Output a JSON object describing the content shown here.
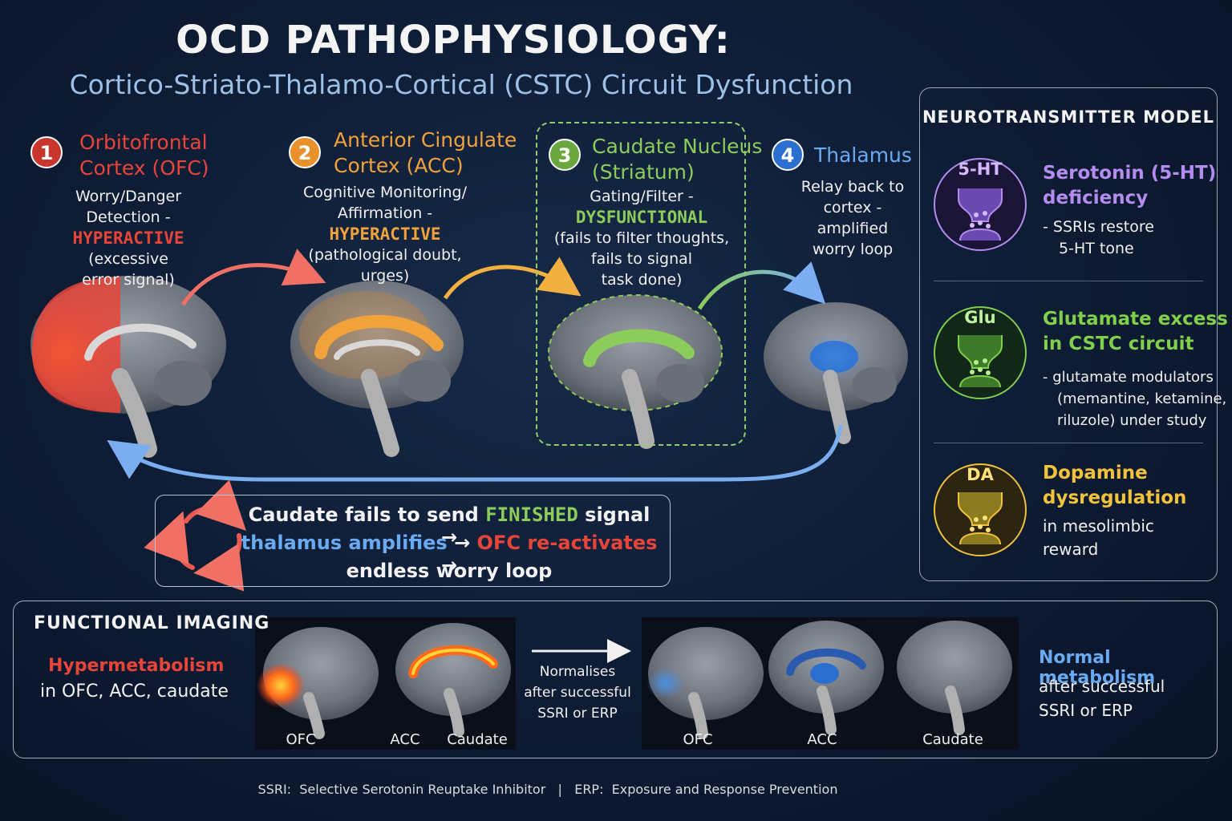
{
  "title": "OCD PATHOPHYSIOLOGY:",
  "subtitle": "Cortico-Striato-Thalamo-Cortical (CSTC) Circuit Dysfunction",
  "colors": {
    "ofc": "#e8453a",
    "acc": "#f2a23a",
    "caudate": "#8ccc5a",
    "thalamus": "#4a90e0",
    "serotonin": "#b48cf0",
    "glutamate": "#7fd04a",
    "dopamine": "#f2c23a"
  },
  "stages": [
    {
      "number": "1",
      "title_line1": "Orbitofrontal",
      "title_line2": "Cortex (OFC)",
      "desc_line1": "Worry/Danger",
      "desc_line2": "Detection -",
      "status": "HYPERACTIVE",
      "desc_line3": "(excessive",
      "desc_line4": "error signal)"
    },
    {
      "number": "2",
      "title_line1": "Anterior Cingulate",
      "title_line2": "Cortex (ACC)",
      "desc_line1": "Cognitive Monitoring/",
      "desc_line2": "Affirmation -",
      "status": "HYPERACTIVE",
      "desc_line3": "(pathological doubt,",
      "desc_line4": "urges)"
    },
    {
      "number": "3",
      "title_line1": "Caudate Nucleus",
      "title_line2": "(Striatum)",
      "desc_line1": "Gating/Filter -",
      "status": "DYSFUNCTIONAL",
      "desc_line2": "(fails to filter thoughts,",
      "desc_line3": "fails to signal",
      "desc_line4": "task done)"
    },
    {
      "number": "4",
      "title_line1": "Thalamus",
      "desc_line1": "Relay back to",
      "desc_line2": "cortex -",
      "desc_line3": "amplified",
      "desc_line4": "worry loop"
    }
  ],
  "loop_summary": {
    "part1": "Caudate fails to send",
    "finished": "FINISHED",
    "part2": "signal →",
    "thalamus": "thalamus amplifies",
    "arrow1": "→",
    "ofc": "OFC re-activates",
    "arrow2": "→",
    "end": "endless worry loop"
  },
  "neurotransmitter_model": {
    "heading": "NEUROTRANSMITTER MODEL",
    "items": [
      {
        "abbr": "5-HT",
        "title_line1": "Serotonin (5-HT)",
        "title_line2": "deficiency",
        "desc_line1": "- SSRIs restore",
        "desc_line2": "5-HT tone"
      },
      {
        "abbr": "Glu",
        "title_line1": "Glutamate excess",
        "title_line2": "in CSTC circuit",
        "desc_line1": "- glutamate modulators",
        "desc_line2": "(memantine, ketamine,",
        "desc_line3": "riluzole) under study"
      },
      {
        "abbr": "DA",
        "title_line1": "Dopamine",
        "title_line2": "dysregulation",
        "desc_line1": "in mesolimbic",
        "desc_line2": "reward"
      }
    ]
  },
  "functional_imaging": {
    "heading": "FUNCTIONAL IMAGING",
    "hyper_title": "Hypermetabolism",
    "hyper_desc": "in OFC, ACC, caudate",
    "before_labels": [
      "OFC",
      "ACC",
      "Caudate"
    ],
    "arrow_line1": "Normalises",
    "arrow_line2": "after successful",
    "arrow_line3": "SSRI or ERP",
    "after_labels": [
      "OFC",
      "ACC",
      "Caudate"
    ],
    "normal_title": "Normal metabolism",
    "normal_line1": "after successful",
    "normal_line2": "SSRI or ERP"
  },
  "footer": {
    "ssri_abbr": "SSRI:",
    "ssri_full": "Selective Serotonin Reuptake Inhibitor",
    "sep": "|",
    "erp_abbr": "ERP:",
    "erp_full": "Exposure and Response Prevention"
  }
}
